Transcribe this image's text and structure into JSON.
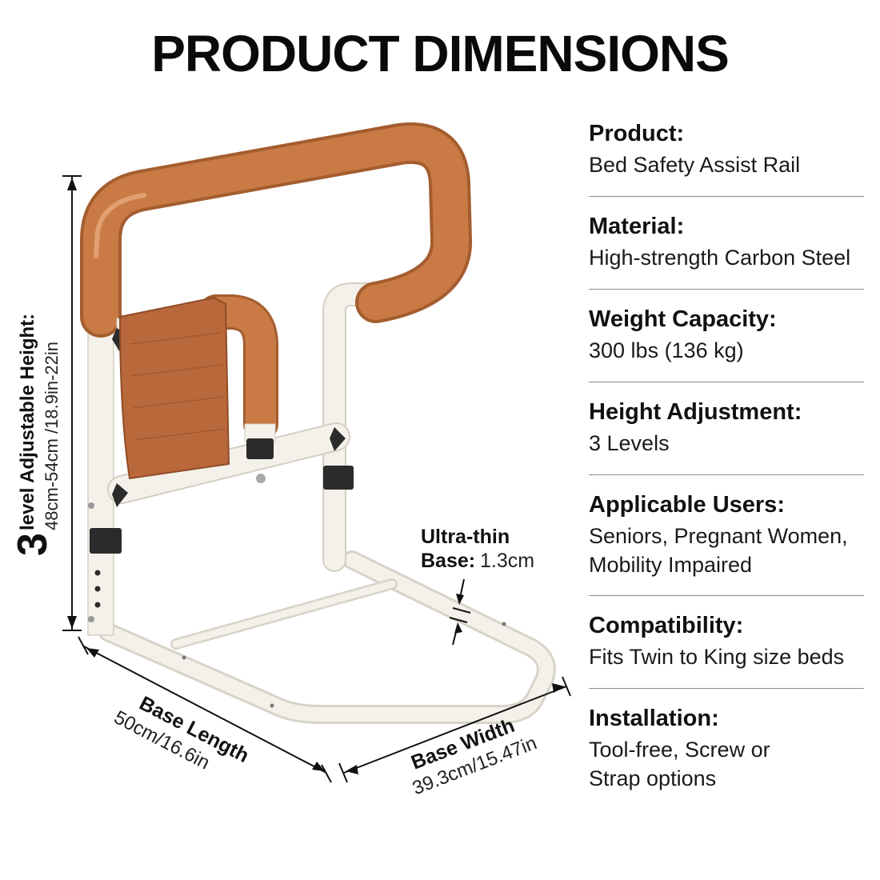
{
  "title": "PRODUCT DIMENSIONS",
  "dimensions": {
    "height_number": "3",
    "height_label": "level Adjustable Height:",
    "height_value": "48cm-54cm /18.9in-22in",
    "base_length_label": "Base Length",
    "base_length_value": "50cm/16.6in",
    "base_width_label": "Base Width",
    "base_width_value": "39.3cm/15.47in",
    "thin_label_line1": "Ultra-thin",
    "thin_label_line2": "Base:",
    "thin_value": "1.3cm"
  },
  "specs": [
    {
      "label": "Product:",
      "lines": [
        "Bed Safety Assist Rail"
      ]
    },
    {
      "label": "Material:",
      "lines": [
        "High-strength Carbon Steel"
      ]
    },
    {
      "label": "Weight Capacity:",
      "lines": [
        "300 lbs (136 kg)"
      ]
    },
    {
      "label": "Height Adjustment:",
      "lines": [
        "3 Levels"
      ]
    },
    {
      "label": "Applicable Users:",
      "lines": [
        "Seniors, Pregnant Women,",
        "Mobility Impaired"
      ]
    },
    {
      "label": "Compatibility:",
      "lines": [
        "Fits Twin to King size beds"
      ]
    },
    {
      "label": "Installation:",
      "lines": [
        "Tool-free, Screw or",
        "Strap options"
      ]
    }
  ],
  "colors": {
    "handle": "#c97a45",
    "frame": "#f2efe8",
    "pouch": "#b8683b",
    "clip": "#2b2b2b"
  }
}
